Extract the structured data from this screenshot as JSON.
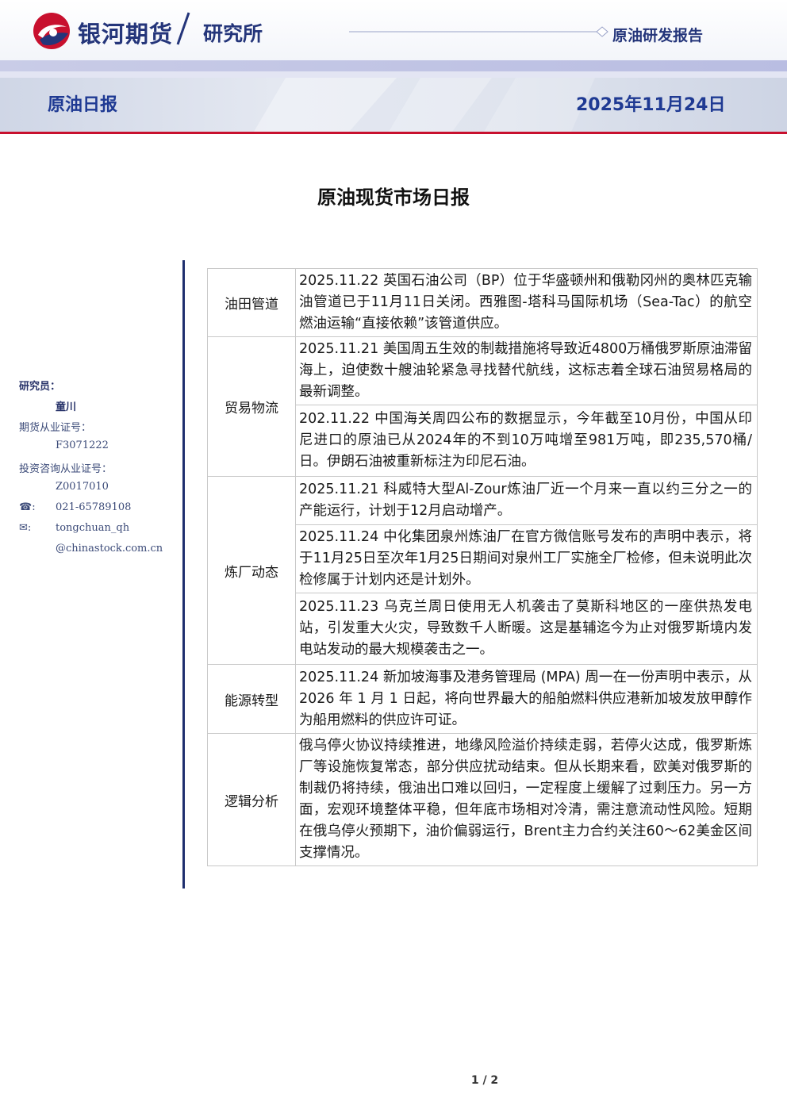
{
  "header": {
    "brand_name": "银河期货",
    "brand_dept": "研究所",
    "report_type": "原油研发报告",
    "colors": {
      "brand_blue": "#24357a",
      "brand_red": "#c8102e"
    }
  },
  "title_band": {
    "daily_title": "原油日报",
    "date": "2025年11月24日"
  },
  "document": {
    "title": "原油现货市场日报"
  },
  "sidebar": {
    "researcher_label": "研究员：",
    "researcher_name": "童川",
    "futures_cert_label": "期货从业证号：",
    "futures_cert_no": "F3071222",
    "consult_cert_label": "投资咨询从业证号：",
    "consult_cert_no": "Z0017010",
    "phone_icon": "☎",
    "phone_label": ":",
    "phone": "021-65789108",
    "email_icon": "✉",
    "email_label": ":",
    "email_line1": "tongchuan_qh",
    "email_line2": "@chinastock.com.cn"
  },
  "table": {
    "rows": [
      {
        "category": "油田管道",
        "items": [
          "2025.11.22 英国石油公司（BP）位于华盛顿州和俄勒冈州的奥林匹克输油管道已于11月11日关闭。西雅图-塔科马国际机场（Sea-Tac）的航空燃油运输“直接依赖”该管道供应。"
        ]
      },
      {
        "category": "贸易物流",
        "items": [
          "2025.11.21 美国周五生效的制裁措施将导致近4800万桶俄罗斯原油滞留海上，迫使数十艘油轮紧急寻找替代航线，这标志着全球石油贸易格局的最新调整。",
          "202.11.22 中国海关周四公布的数据显示，今年截至10月份，中国从印尼进口的原油已从2024年的不到10万吨增至981万吨，即235,570桶/日。伊朗石油被重新标注为印尼石油。"
        ]
      },
      {
        "category": "炼厂动态",
        "items": [
          "2025.11.21 科威特大型Al-Zour炼油厂近一个月来一直以约三分之一的产能运行，计划于12月启动增产。",
          "2025.11.24 中化集团泉州炼油厂在官方微信账号发布的声明中表示，将于11月25日至次年1月25日期间对泉州工厂实施全厂检修，但未说明此次检修属于计划内还是计划外。",
          "2025.11.23 乌克兰周日使用无人机袭击了莫斯科地区的一座供热发电站，引发重大火灾，导致数千人断暖。这是基辅迄今为止对俄罗斯境内发电站发动的最大规模袭击之一。"
        ]
      },
      {
        "category": "能源转型",
        "items": [
          "2025.11.24 新加坡海事及港务管理局 (MPA) 周一在一份声明中表示，从 2026 年 1 月 1 日起，将向世界最大的船舶燃料供应港新加坡发放甲醇作为船用燃料的供应许可证。"
        ]
      },
      {
        "category": "逻辑分析",
        "items": [
          "俄乌停火协议持续推进，地缘风险溢价持续走弱，若停火达成，俄罗斯炼厂等设施恢复常态，部分供应扰动结束。但从长期来看，欧美对俄罗斯的制裁仍将持续，俄油出口难以回归，一定程度上缓解了过剩压力。另一方面，宏观环境整体平稳，但年底市场相对冷清，需注意流动性风险。短期在俄乌停火预期下，油价偏弱运行，Brent主力合约关注60～62美金区间支撑情况。"
        ]
      }
    ]
  },
  "footer": {
    "page": "1 / 2"
  }
}
